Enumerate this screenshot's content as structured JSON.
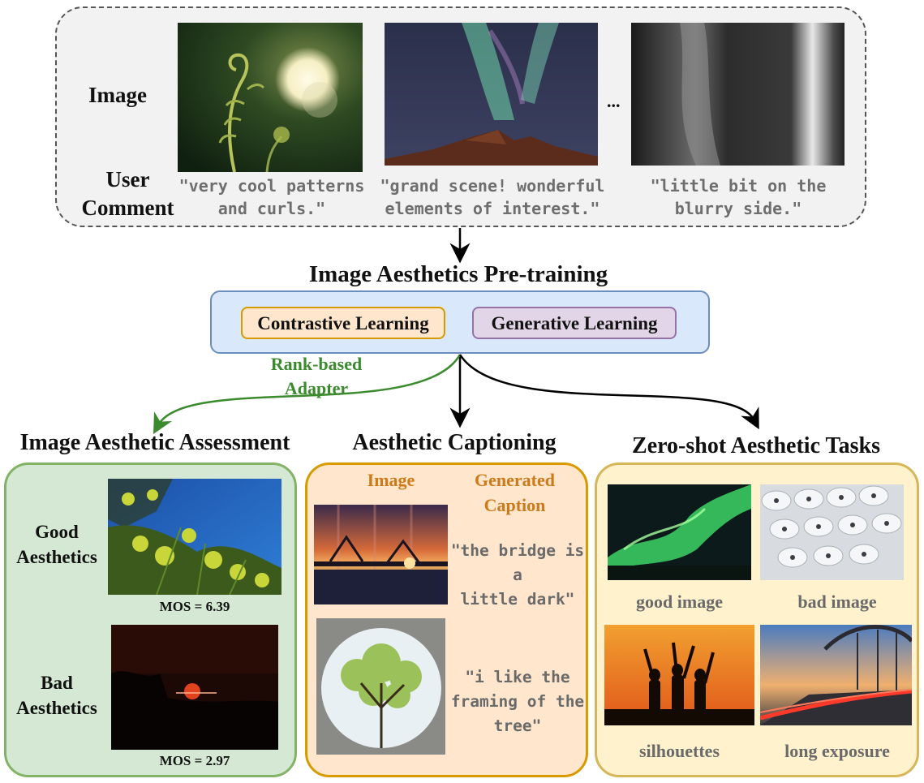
{
  "top": {
    "image_label": "Image",
    "comment_label_line1": "User",
    "comment_label_line2": "Comment",
    "ellipsis": "...",
    "comments": [
      {
        "line1": "\"very cool patterns",
        "line2": "and curls.\""
      },
      {
        "line1": "\"grand scene! wonderful",
        "line2": "elements of interest.\""
      },
      {
        "line1": "\"little bit on the",
        "line2": "blurry side.\""
      }
    ]
  },
  "pretraining": {
    "title": "Image Aesthetics Pre-training",
    "contrastive": "Contrastive Learning",
    "generative": "Generative Learning"
  },
  "adapter": {
    "line1": "Rank-based",
    "line2": "Adapter"
  },
  "sections": {
    "iaa": "Image Aesthetic Assessment",
    "captioning": "Aesthetic Captioning",
    "zeroshot": "Zero-shot Aesthetic Tasks"
  },
  "iaa": {
    "good_line1": "Good",
    "good_line2": "Aesthetics",
    "good_mos": "MOS = 6.39",
    "bad_line1": "Bad",
    "bad_line2": "Aesthetics",
    "bad_mos": "MOS = 2.97"
  },
  "captioning": {
    "image_head": "Image",
    "caption_head_line1": "Generated",
    "caption_head_line2": "Caption",
    "caption1": {
      "line1": "\"the bridge is a",
      "line2": "little dark\""
    },
    "caption2": {
      "line1": "\"i like the",
      "line2": "framing of the",
      "line3": "tree\""
    }
  },
  "zeroshot": {
    "labels": [
      "good image",
      "bad image",
      "silhouettes",
      "long exposure"
    ]
  },
  "colors": {
    "adapter_green": "#3b8a2e",
    "caption_orange": "#cc7a1a",
    "pretrain_fill": "#dae8fc",
    "contrastive_fill": "#ffe6cc",
    "generative_fill": "#e1d5e7"
  }
}
